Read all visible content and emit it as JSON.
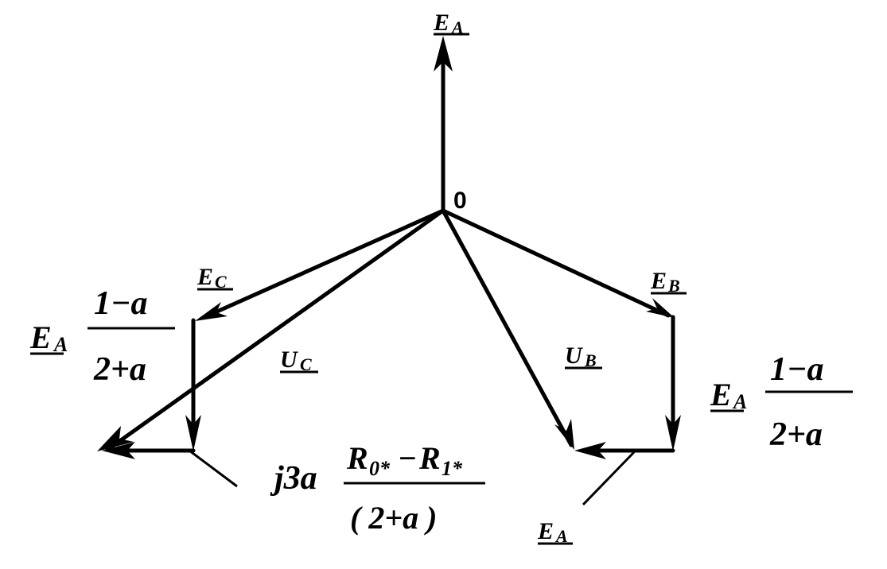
{
  "labels": {
    "origin": "0",
    "ea_top": {
      "main": "E",
      "sub": "A"
    },
    "ec": {
      "main": "E",
      "sub": "C"
    },
    "eb": {
      "main": "E",
      "sub": "B"
    },
    "uc": {
      "main": "U",
      "sub": "C"
    },
    "ub": {
      "main": "U",
      "sub": "B"
    },
    "ea_bottom": {
      "main": "E",
      "sub": "A"
    }
  },
  "left_fraction": {
    "prefix_main": "E",
    "prefix_sub": "A",
    "numerator": "1−a",
    "denominator": "2+a"
  },
  "right_fraction": {
    "prefix_main": "E",
    "prefix_sub": "A",
    "numerator": "1−a",
    "denominator": "2+a"
  },
  "bottom_fraction": {
    "prefix": "j3a",
    "num_r0": "R",
    "num_r0_sub": "0*",
    "minus": "−",
    "num_r1": "R",
    "num_r1_sub": "1*",
    "denominator": "( 2+a )"
  },
  "colors": {
    "ink": "#000000",
    "background": "#ffffff"
  }
}
